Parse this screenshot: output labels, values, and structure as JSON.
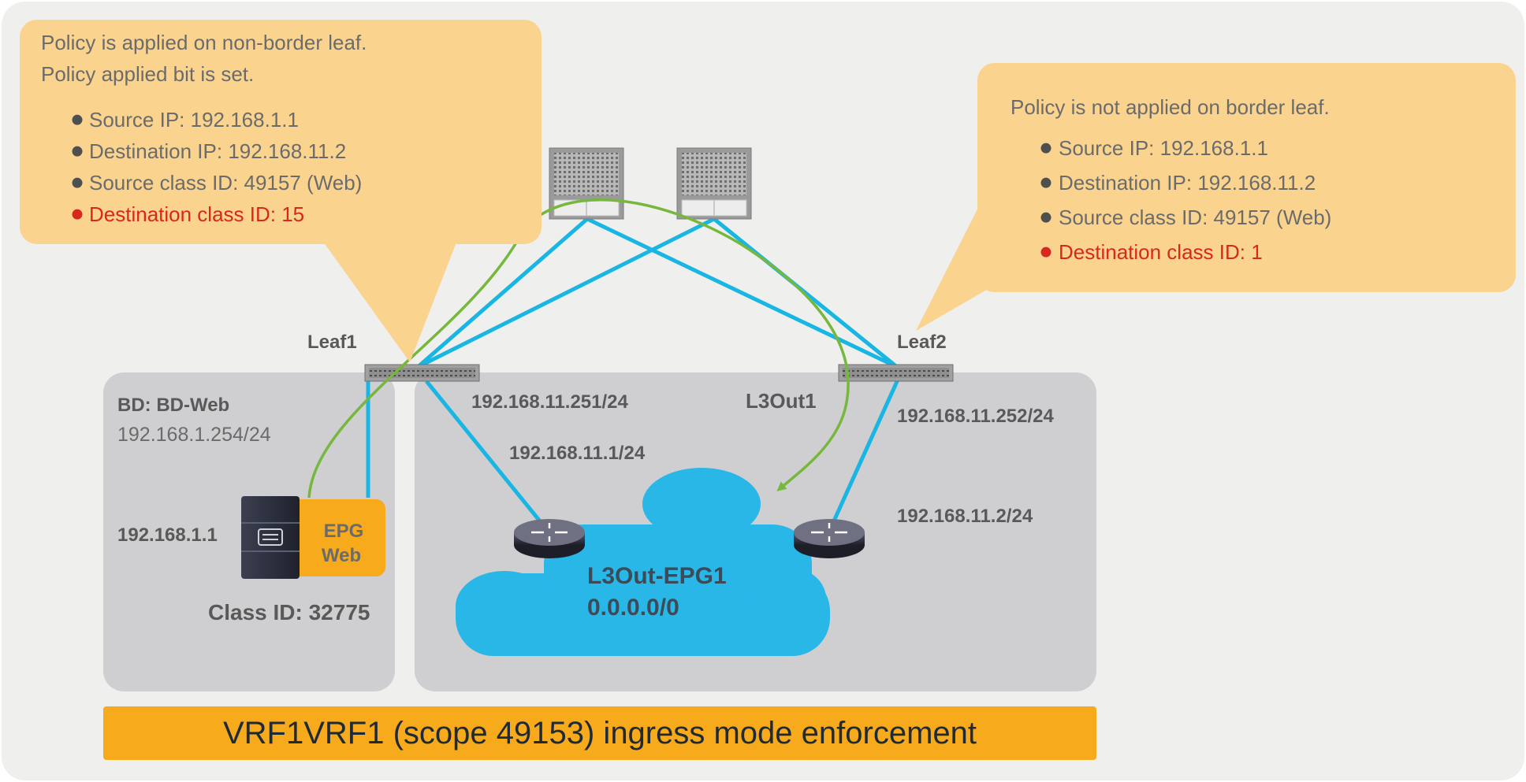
{
  "colors": {
    "background": "#efefee",
    "zone": "#cfcfd1",
    "callout": "#fad48f",
    "banner": "#f6aa1c",
    "link": "#1ab6e3",
    "flow": "#76b83e",
    "cloud": "#29b7e8",
    "epg": "#f6aa1c",
    "highlight_red": "#d7281e"
  },
  "callout_left": {
    "line1": "Policy is applied on non-border leaf.",
    "line2": "Policy applied bit is set.",
    "items": [
      {
        "text": "Source IP: 192.168.1.1",
        "highlight": false
      },
      {
        "text": "Destination IP: 192.168.11.2",
        "highlight": false
      },
      {
        "text": "Source class ID: 49157 (Web)",
        "highlight": false
      },
      {
        "text": "Destination class ID: 15",
        "highlight": true
      }
    ]
  },
  "callout_right": {
    "line1": "Policy is not applied on border leaf.",
    "items": [
      {
        "text": "Source IP: 192.168.1.1",
        "highlight": false
      },
      {
        "text": "Destination IP: 192.168.11.2",
        "highlight": false
      },
      {
        "text": "Source class ID: 49157 (Web)",
        "highlight": false
      },
      {
        "text": "Destination class ID: 1",
        "highlight": true
      }
    ]
  },
  "leaf1": {
    "label": "Leaf1"
  },
  "leaf2": {
    "label": "Leaf2"
  },
  "bd_zone": {
    "title": "BD: BD-Web",
    "subnet": "192.168.1.254/24",
    "host_ip": "192.168.1.1",
    "epg_line1": "EPG",
    "epg_line2": "Web",
    "class_id": "Class ID: 32775"
  },
  "l3out_zone": {
    "title": "L3Out1",
    "leaf1_ip": "192.168.11.251/24",
    "router1_ip": "192.168.11.1/24",
    "leaf2_ip": "192.168.11.252/24",
    "router2_ip": "192.168.11.2/24",
    "epg_name": "L3Out-EPG1",
    "epg_subnet": "0.0.0.0/0"
  },
  "banner": {
    "text": "VRF1VRF1 (scope 49153) ingress mode enforcement"
  }
}
